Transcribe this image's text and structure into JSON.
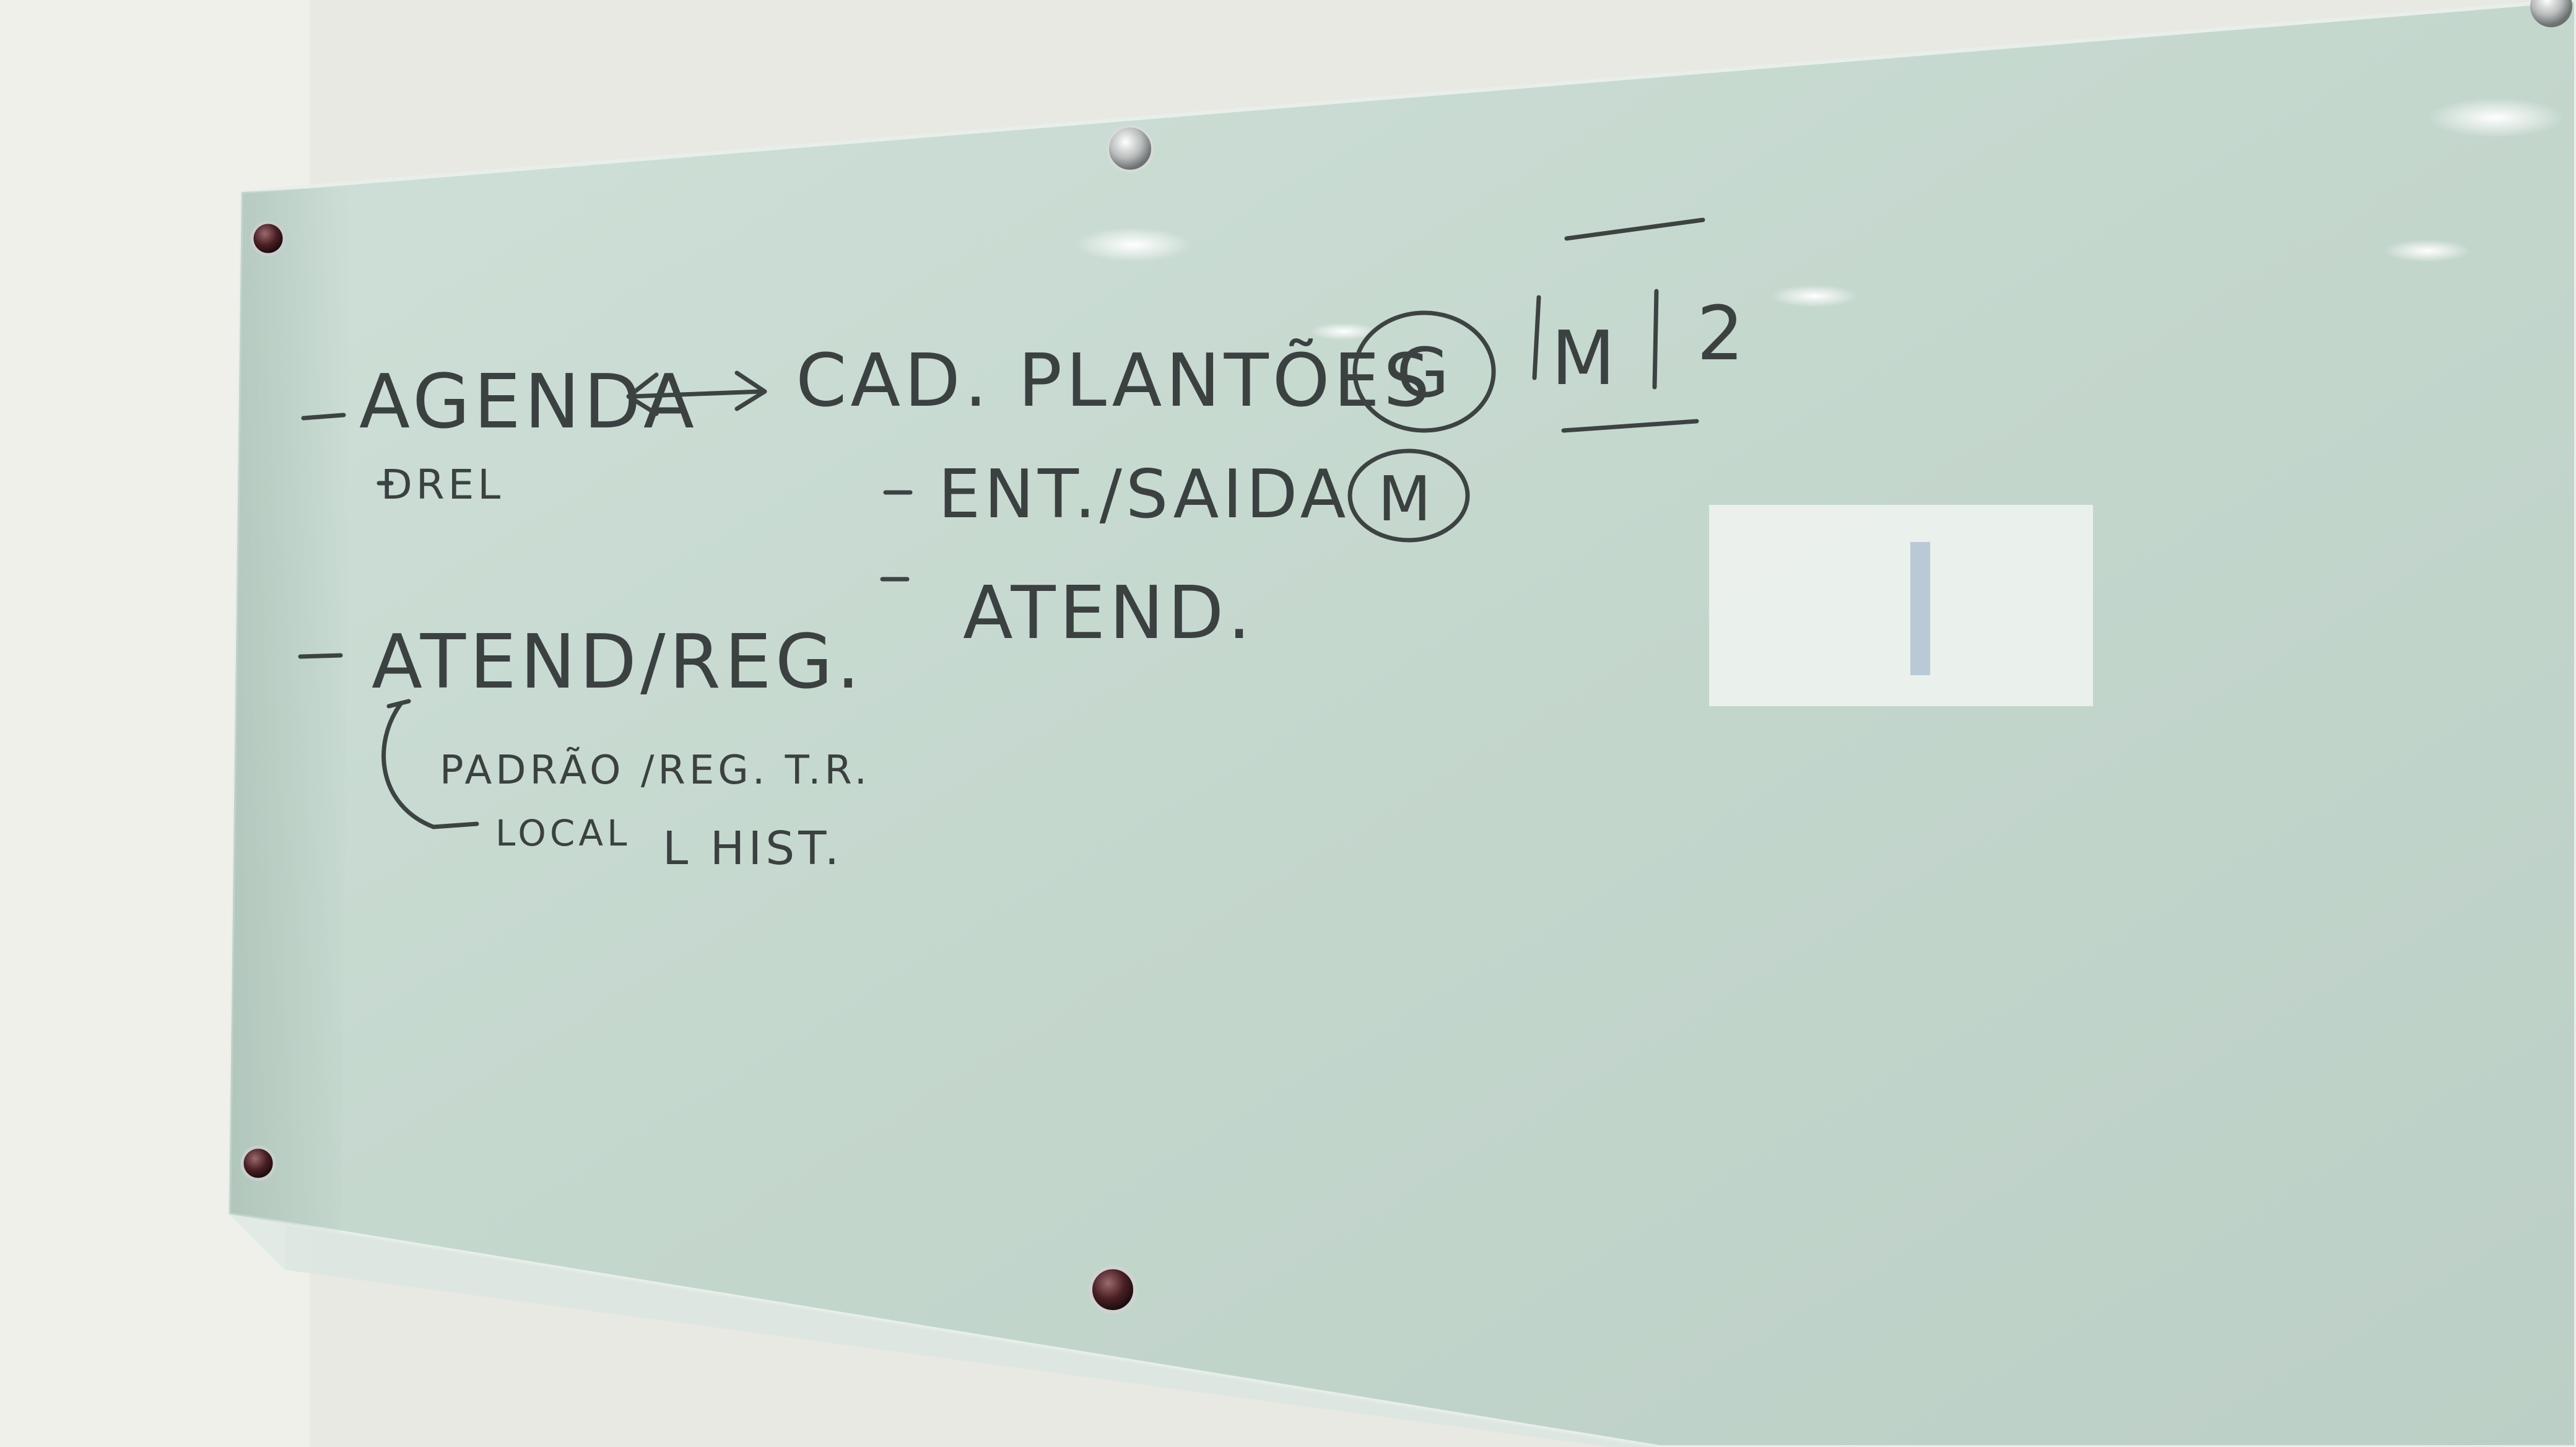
{
  "whiteboard": {
    "left_column": {
      "item1": "AGENDA",
      "item1_sub": "DREL",
      "item2": "ATEND/REG.",
      "item2_sub1": "PADRÃO /REG. T.R.",
      "item2_sub2": "LOCAL",
      "item2_sub2_right": "L HIST."
    },
    "right_column": {
      "heading": "CAD. PLANTÕES",
      "heading_badge": "G",
      "heading_tail_m": "M",
      "heading_tail_2": "2",
      "item1": "ENT./SAIDA",
      "item1_badge": "M",
      "item2": "ATEND."
    }
  },
  "colors": {
    "wall": "#e8e8e2",
    "glass": "#c8d9d1",
    "marker_ink": "#3b4140",
    "standoff": "#5a2a2e"
  }
}
